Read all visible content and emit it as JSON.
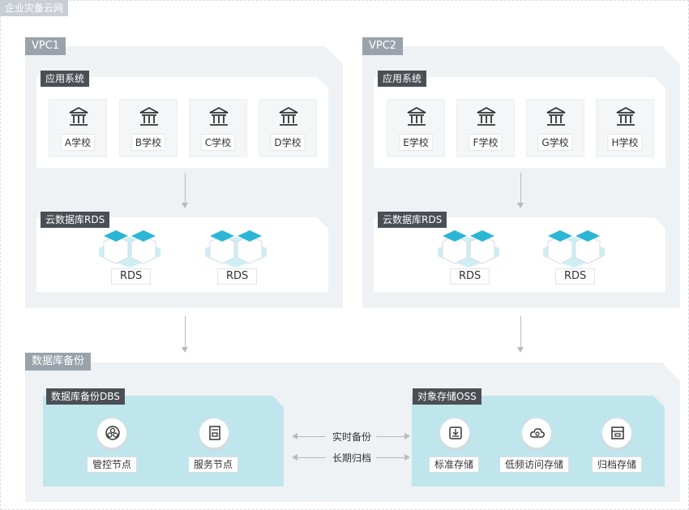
{
  "outer_title": "企业灾备云网",
  "vpcs": [
    {
      "title": "VPC1",
      "app_title": "应用系统",
      "schools": [
        "A学校",
        "B学校",
        "C学校",
        "D学校"
      ],
      "rds_title": "云数据库RDS",
      "rds_labels": [
        "RDS",
        "RDS"
      ]
    },
    {
      "title": "VPC2",
      "app_title": "应用系统",
      "schools": [
        "E学校",
        "F学校",
        "G学校",
        "H学校"
      ],
      "rds_title": "云数据库RDS",
      "rds_labels": [
        "RDS",
        "RDS"
      ]
    }
  ],
  "backup": {
    "title": "数据库备份",
    "dbs_title": "数据库备份DBS",
    "dbs_nodes": [
      "管控节点",
      "服务节点"
    ],
    "oss_title": "对象存储OSS",
    "oss_nodes": [
      "标准存储",
      "低频访问存储",
      "归档存储"
    ],
    "links": [
      "实时备份",
      "长期归档"
    ]
  },
  "colors": {
    "panel": "#eef2f5",
    "teal": "#bfe6ec",
    "rds_accent": "#2bb6d6",
    "tag_gray": "#9aa3ab",
    "tag_dark": "#4a4f55"
  },
  "icons": {
    "school": "school-building-icon",
    "rds": "database-cube-icon",
    "control_node": "control-node-icon",
    "service_node": "server-icon",
    "standard": "storage-standard-icon",
    "infrequent": "cloud-storage-icon",
    "archive": "archive-icon"
  }
}
